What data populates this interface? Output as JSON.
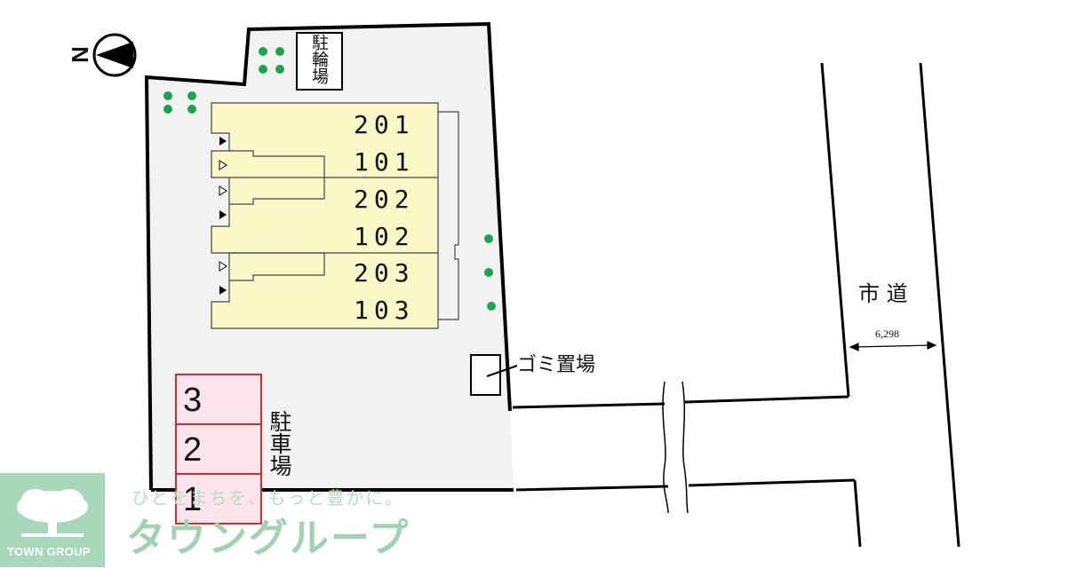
{
  "compass": {
    "letter": "N",
    "icon": "north-arrow-icon"
  },
  "bicycle_parking": {
    "label": "駐輪場"
  },
  "units": [
    "201",
    "101",
    "202",
    "102",
    "203",
    "103"
  ],
  "garbage": {
    "label": "ゴミ置場"
  },
  "parking": {
    "label": "駐車場",
    "slots": [
      "3",
      "2",
      "1"
    ]
  },
  "road": {
    "label": "市 道",
    "width": "6,298"
  },
  "watermark": {
    "logo_text": "TOWN GROUP",
    "slogan": "ひとをまちを、もっと豊かに。",
    "brand": "タウングループ"
  },
  "colors": {
    "building": "#fbf8c8",
    "lot": "#f2f2f2",
    "parking_fill": "#fce4ec",
    "parking_border": "#d32f2f",
    "tree": "#19a64a"
  }
}
